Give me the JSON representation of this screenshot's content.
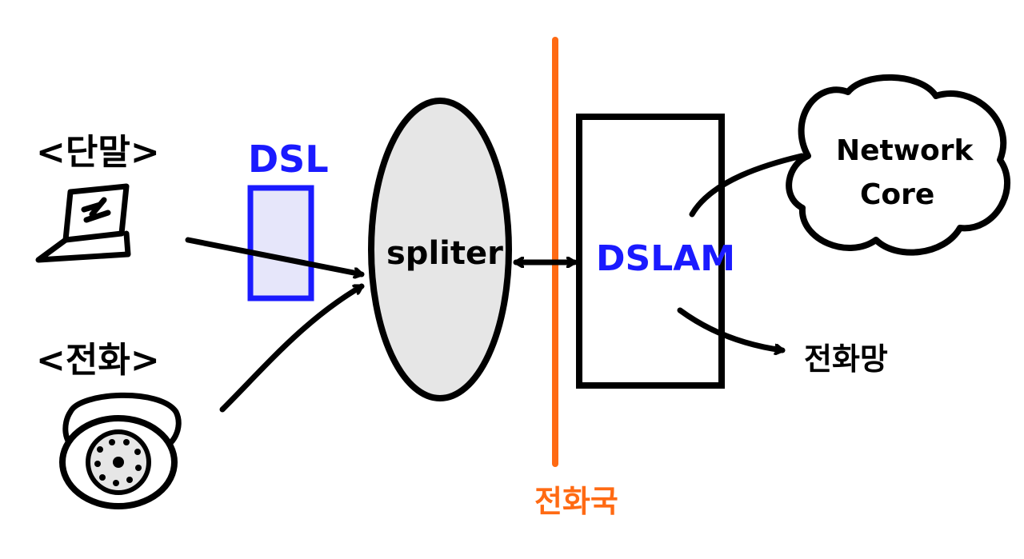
{
  "labels": {
    "terminal": "<단말>",
    "phone": "<전화>",
    "dsl": "DSL",
    "splitter": "spliter",
    "dslam": "DSLAM",
    "network_core_line1": "Network",
    "network_core_line2": "Core",
    "phone_network": "전화망",
    "central_office": "전화국"
  },
  "colors": {
    "ink": "#000000",
    "dsl_blue": "#1a1aff",
    "dsl_fill": "#e6e6fa",
    "splitter_fill": "#e6e6e6",
    "office_orange": "#ff6a13",
    "background": "#ffffff"
  },
  "icons": {
    "terminal": "laptop-icon",
    "phone": "rotary-phone-icon",
    "network_core": "cloud-shape"
  }
}
